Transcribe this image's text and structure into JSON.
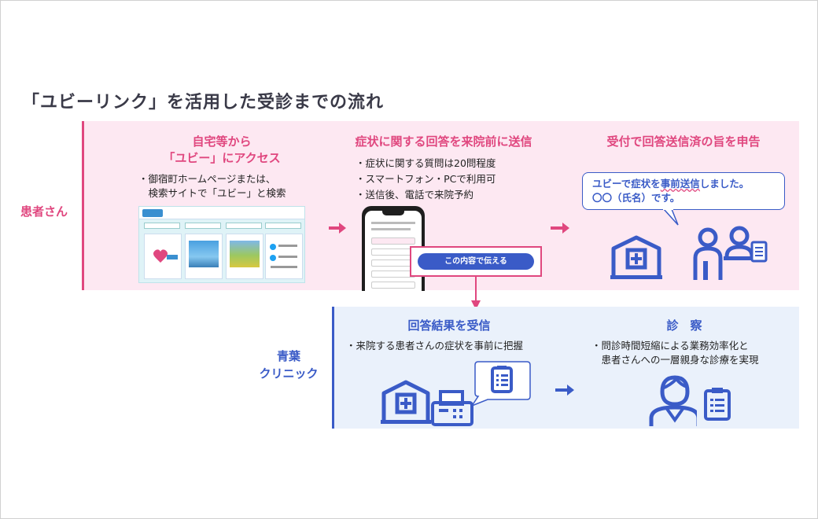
{
  "title": "「ユビーリンク」を活用した受診までの流れ",
  "patient": {
    "label": "患者さん",
    "step1": {
      "heading_line1": "自宅等から",
      "heading_line2": "「ユビー」にアクセス",
      "desc_line1": "・御宿町ホームページまたは、",
      "desc_line2": "　検索サイトで「ユビー」と検索"
    },
    "step2": {
      "heading": "症状に関する回答を来院前に送信",
      "bullets": [
        "・症状に関する質問は20問程度",
        "・スマートフォン・PCで利用可",
        "・送信後、電話で来院予約"
      ],
      "button_label": "この内容で伝える"
    },
    "step3": {
      "heading": "受付で回答送信済の旨を申告",
      "bubble_prefix": "ユビーで症状を",
      "bubble_emph": "事前送信",
      "bubble_suffix": "しました。",
      "bubble_line2": "〇〇（氏名）です。"
    }
  },
  "clinic": {
    "label_line1": "青葉",
    "label_line2": "クリニック",
    "step1": {
      "heading": "回答結果を受信",
      "desc": "・来院する患者さんの症状を事前に把握"
    },
    "step2": {
      "heading": "診　察",
      "desc_line1": "・問診時間短縮による業務効率化と",
      "desc_line2": "　患者さんへの一層親身な診療を実現"
    }
  },
  "colors": {
    "pink": "#e0477f",
    "blue": "#3a5bc7",
    "pink_bg": "#fde8f2",
    "blue_bg": "#eaf1fb"
  }
}
